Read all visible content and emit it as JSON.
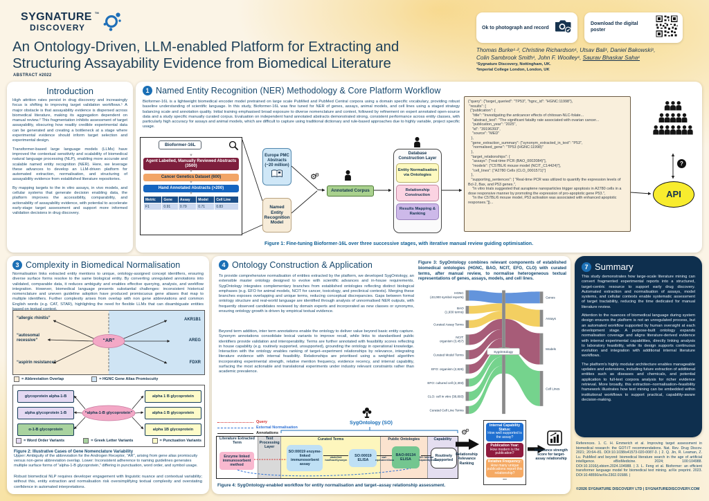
{
  "header": {
    "logo_line1": "SYGNATURE",
    "logo_tm": "TM",
    "logo_line2": "DISCOVERY",
    "title_line1": "An Ontology-Driven, LLM-enabled Platform for Extracting and",
    "title_line2": "Structuring Assayability Evidence from Biomedical Literature",
    "abstract_tag": "ABSTRACT  #2022",
    "badge_photo": "Ok to photograph and record",
    "badge_download": "Download the digital poster",
    "authors_line1": "Thomas Burke¹·², Christine Richardson¹, Utsav Bali¹, Daniel Bakowski¹,",
    "authors_line2a": "Colin Sambrook Smith¹, John F. Woolley¹, ",
    "authors_line2b": "Saurav Bhaskar Saha¹",
    "affil1": "¹Sygnature Discovery, Nottingham, UK.",
    "affil2": "²Imperial College London, London, UK"
  },
  "intro": {
    "title": "Introduction",
    "p1": "High attrition rates persist in drug discovery and increasingly focus is shifting to improving target validation workflows.¹ A major obstacle is that assayability evidence is dispersed across biomedical literature, making its aggregation dependent on manual review.² This fragmentation inhibits assessment of target assayability, obscuring how readily credible experimental data can be generated and creating a bottleneck at a stage where experimental evidence should inform target selection and experimental design.",
    "p2": "Transformer-based large language models (LLMs) have improved the contextual sensitivity and scalability of biomedical natural language processing (NLP), enabling more accurate and scalable named entity recognition (NER). Here, we leverage these advances to develop an LLM-driven platform for automated extraction, normalisation, and structuring of assayability evidence from established literature repositories.",
    "p3": "By mapping targets to the in vitro assays, in vivo models, and cellular systems that generate decision enabling data, the platform improves the accessibility, comparability, and actionability of assayability evidence, with potential to accelerate early-stage target assessment and support more informed validation decisions in drug discovery."
  },
  "s1": {
    "number": "1",
    "title": "Named Entity Recognition (NER) Methodology & Core Platform Workflow",
    "body": "Bioformer-16L is a lightweight biomedical encoder model pretrained on large scale PubMed and PubMed Central corpora using a domain specific vocabulary, providing robust baseline understanding of scientific language. In this study, Bioformer-16L was fine tuned for NER of genes, assays, animal models, and cell lines using a staged strategy balancing scale and annotation quality. Initial training emphasised broad exposure to diverse nomenclature and context, followed by refinement on expert annotated open-source data and a study specific manually curated corpus. Evaluation on independent hand annotated abstracts demonstrated strong, consistent performance across entity classes, with particularly high accuracy for assays and animal models, which are difficult to capture using traditional dictionary and rule-based approaches due to highly variable, project specific usage.",
    "fig1": {
      "model": "Bioformer-16L",
      "stage1": "Agent Labelled, Manually Reviewed Abstracts (3500)",
      "stage2": "Cancer Genetics Dataset (600)",
      "stage3": "Hand Annotated Abstracts (>200)",
      "table": {
        "headers": [
          "Metric",
          "Gene",
          "Assay",
          "Model",
          "Cell Line"
        ],
        "row": [
          "F1",
          "0.91",
          "0.79",
          "0.71",
          "0.83"
        ]
      },
      "europepmc": "Europe PMC Abstracts (~20 million)",
      "ner_model": "Named Entity Recognition Model",
      "annotated_corpus": "Annotated Corpus",
      "db_layer": "Database Construction Layer",
      "db1": "Entity Normalisation via Ontologies",
      "db2": "Relationship Construction",
      "db3": "Results Mapping & Ranking",
      "api": "API",
      "question": "?",
      "caption": "Figure 1: Fine-tuning Bioformer-16L over three successive stages, with iterative manual review guiding optimisation."
    },
    "json_output": "{\"query\": {\"target_queried\": \"TP53\", \"hgnc_id\": \"HGNC:11998\"},\n \"results\": [\n  {\"publication\": {\n    \"title\": \"Investigating the anticancer effects of chitosan-NLC-folate...\n    \"abstract_text\": \"The significant fatality rate associated with ovarian cancer...\n    \"publication_year\": \"2025\",\n    \"id\": \"39196393\",\n    \"source\": \"MED\"\n   },\n   \"gene_extraction_summary\": {\"synonym_extracted_in_text\": \"P53\",\n    \"normalised_gene\": \"TP53 (HGNC:11998)\"\n   },\n   \"target_relationships\": {\n    \"assays\": [\"real-time PCR (BAO_0002084)\"],\n    \"models\": [\"C57BL/6 mouse model (NCIT_C14424)\"],\n    \"cell_lines\": [\"A2780 Cells (CLO_0001571)\"]\n   },\n   \"supporting_sentences\": [ \"Real-time PCR was utilized to quantify the expression levels of Bcl-2, Bax, and P53 genes.\",\n    \"In vitro trials suggested that auraptene nanoparticles trigger apoptosis in A2780 cells in a dose responsive manner by promoting the expression of pro-apoptotic gene P53.\",\n    \"In the C57BL/6 mouse model, P53 activation was associated with enhanced apoptotic responses.\"]}..."
  },
  "s3": {
    "number": "3",
    "title": "Complexity in Biomedical Normalisation",
    "body": "Normalisation links extracted entity mentions to unique, ontology-assigned concept identifiers, ensuring diverse surface forms resolve to the same biological entity. By converting unregulated annotations into validated, comparable data, it reduces ambiguity and enables effective querying, analysis, and workflow integration. However, biomedical language presents substantial challenges: inconsistent historical nomenclature and uneven guideline adoption have produced promiscuous gene aliases that map to multiple identifiers. Further complexity arises from overlap with non gene abbreviations and common English words (e.g. CAT, STAR), highlighting the need for flexible LLMs that can disambiguate entities based on textual context.",
    "fig2_upper": {
      "left_terms": [
        "“allergic rhinitis”",
        "“autosomal recessive”",
        "“aspirin resistance”"
      ],
      "center": "“AR”",
      "right_genes": [
        "AKR1B1",
        "AREG",
        "FDXR"
      ],
      "legend1": "= Abbreviation Overlap",
      "legend2": "= HGNC Gene Alias Promiscuity"
    },
    "fig2_lower": {
      "left_boxes": [
        "glycoprotein alpha-1-B",
        "alpha glycoprotein 1-B",
        "α-1-B glycoprotein"
      ],
      "center": "“alpha-1-B glycoprotein”",
      "right_boxes": [
        "alpha 1 B glycoprotein",
        "alpha-1 B glycoprotein",
        "alpha 1B glycoprotein"
      ],
      "legend1": "= Word Order Variants",
      "legend2": "= Greek Letter Variants",
      "legend3": "= Punctuation Variants"
    },
    "caption_title": "Figure 2:  Illustrative Cases of Gene Nomenclature Variability",
    "caption_body": "Upper: Ambiguity of the abbreviation for the Androgen Receptor, “AR”, arising from gene alias promiscuity versus non-gene abbreviation overlap. Lower: Inconsistent adherence to naming guidelines generates multiple surface forms of “alpha-1-B glycoprotein,” differing in punctuation, word order, and symbol usage.",
    "closing": "Robust biomedical NLP requires developer engagement with linguistic nuance and contextual variability; without this, entity extraction and normalisation risk oversimplifying textual complexity and overstating confidence in automated interpretations."
  },
  "s4": {
    "number": "4",
    "title": "Ontology Construction & Application",
    "p1": "To provide comprehensive normalisation of entities extracted by the platform, we developed SygOntology, an extensible master ontology designed to evolve with scientific advances and in-house requirements. SygOntology integrates complementary branches from established ontologies reflecting distinct biological emphases (e.g. EFO for animal models, NCIT for cancer, toxicology, and preclinical contexts).  Merging these branches exposes overlapping and unique terms, reducing conceptual discrepancies. Gaps between formal ontology structure and real-world language are identified through analysis of unnormalised NER outputs, with frequently observed candidates reviewed by domain experts and incorporated as new classes or synonyms, ensuring ontology growth is driven by empirical textual evidence.",
    "p2": "Beyond term addition, inter term annotations enable the ontology to deliver value beyond basic entity capture. Synonym annotations consolidate lexical variants to improve recall, while links to standardised public identifiers provide validation and interoperability. Terms are further annotated with feasibility scores reflecting in house capability (e.g. routinely supported, unsupported), grounding the ontology in operational knowledge. Interaction with the ontology enables ranking of target–experiment relationships by relevance, integrating literature evidence with internal feasibility. Relationships are prioritised using a weighted algorithm incorporating experimental strength, relative mention frequency, evidence recency, and internal capability, surfacing the most actionable and translational experiments under industry relevant constraints rather than academic prevalence."
  },
  "fig3": {
    "caption": "Figure 3:  SygOntology combines relevant components of established biomedical ontologies (HGNC, BAO, NCIT, EFO, CLO) with curated terms, after manual review, to normalise heterogeneous textual representations of genes, assays, models, and cell lines.",
    "left": [
      {
        "l1": "HGNC",
        "l2": "(43,000 symbol reports)"
      },
      {
        "l1": "BAO",
        "l2": "(1,930 terms)"
      },
      {
        "l1": "Curated Assay Terms"
      },
      {
        "l1": "NCIT:",
        "l2": "organism (3,457)"
      },
      {
        "l1": "Curated Model Terms"
      },
      {
        "l1": "EFO: organism (2,826)"
      },
      {
        "l1": "EFO: cultured cell (2,303)"
      },
      {
        "l1": "CLO: cell in vitro (38,893)"
      },
      {
        "l1": "Curated Cell Line Terms"
      }
    ],
    "center": "SygOntology",
    "right": [
      "Genes",
      "Assays",
      "Models",
      "Cell Lines"
    ]
  },
  "fig4": {
    "legend_query": "Query",
    "legend_ext": "External Normalisation",
    "legend_ann": "Annotations",
    "so_label": "SygOntology (SO)",
    "col1": "Literature Extracted Term",
    "col2": "Text Processing Layer",
    "col3": "Curated Terms",
    "col4": "Public Ontologies",
    "col5": "Capability",
    "box_term": "Enzyme linked immunosorbent method",
    "box_so1": "SO:00019 enzyme-linked immunosorbent assay",
    "box_so2": "SO:00019 ELISA",
    "box_bao": "BAO:00134 ELISA",
    "box_cap": "Routinely Supported",
    "rel1": "oboInOwl: hasExactSynonym",
    "rel2": "owl: equivalentClass",
    "rel3": "SO: Internal CapabilityStatus",
    "caption": "Figure 4:  SygOntology-enabled workflow for entity normalisation and target–assay relationship assessment."
  },
  "rank": {
    "arrow_label": "Relationship Relevance Ranking",
    "b1_title": "Internal Capability Status:",
    "b1_q": "How well supported is the assay?",
    "b2_title": "Publication Year:",
    "b2_q": "How modern is the publication?",
    "b3_title": "Relative Frequency:",
    "b3_q": "How many unique publications report this relationship?",
    "dots": "...",
    "result": "Relevance strength score for target-assay relationship"
  },
  "summary": {
    "number": "7",
    "title": "Summary",
    "p1": "This study demonstrates how large-scale literature mining can convert fragmented experimental reports into a structured, target-centric resource to support early drug discovery. Automated extraction and normalisation of assays, model systems, and cellular contexts enable systematic assessment of target tractability, reducing the time dedicated for manual literature review.",
    "p2": "Attention to the nuances of biomedical language during system design ensures the platform is not an unregulated process, but an automated workflow supported by human oversight at each development stage. A purpose-built ontology expands normalisation coverage and aligns literature-derived evidence with internal experimental capabilities, directly linking analysis to laboratory feasibility, while its design supports continuous evolution and integration with additional internal literature workflows.",
    "p3": "The platform's highly modular architecture enables manageable updates and extensions, including future extraction of additional entities such as diseases and chemicals, and potential application to full-text corpora analysis for richer evidence retrieval. More broadly, this extraction–normalisation–feasibility framework illustrates how text mining can be embedded within institutional workflows to support practical, capability-aware decision-making."
  },
  "refs": {
    "text": "References. 1. C. H. Emmerich et al. Improving target assessment in biomedical research: the GOT-IT recommendations. Nat. Rev. Drug Discov. 2021; 20:64–81. DOI:10.1038/s41573-020-0087-3.  |  2. Q. Jin, R. Leaman, Z. Lu. PubMed and beyond: biomedical literature search in the age of artificial intelligence. eBioMedicine. 2024; 100:104988. DOI:10.1016/j.ebiom.2024.104988.  |  3. L. Feng et al. Bioformer: an efficient transformer language model for biomedical text mining. arXiv preprint. 2023. DOI:10.48550/arXiv.2302.01588.  |"
  },
  "footer": {
    "text": "©2026 SYGNATURE DISCOVERY LTD   |   SYGNATUREDISCOVERY.COM"
  }
}
